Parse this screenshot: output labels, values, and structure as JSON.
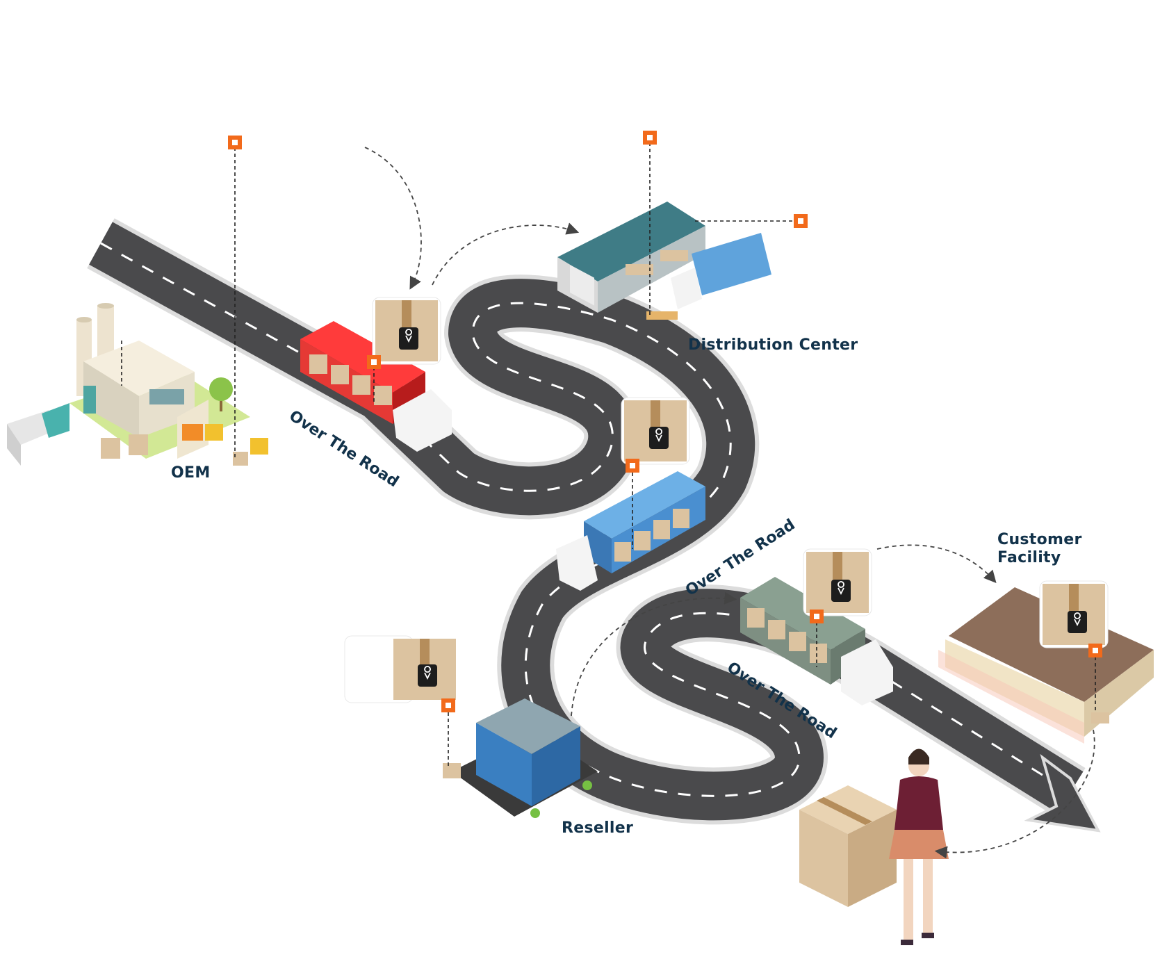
{
  "labels": {
    "oem": "OEM",
    "distribution_center": "Distribution Center",
    "customer_facility": "Customer\nFacility",
    "reseller": "Reseller",
    "over_the_road_1": "Over The Road",
    "over_the_road_2": "Over The Road",
    "over_the_road_3": "Over The Road"
  },
  "colors": {
    "road": "#4a4a4c",
    "road_edge": "#d9d9d9",
    "road_dash": "#ffffff",
    "marker": "#f26a1b",
    "label_text": "#12324a",
    "box": "#dcc3a0",
    "tracker": "#1f1f1f",
    "truck_red": "#e53935",
    "truck_blue": "#4a8fd0",
    "truck_green": "#7e8f82",
    "warehouse_roof": "#3f7c86",
    "glass": "#3a7fc1"
  },
  "icons": [
    "tracker-icon",
    "location-pin-icon",
    "marker-square-icon"
  ]
}
